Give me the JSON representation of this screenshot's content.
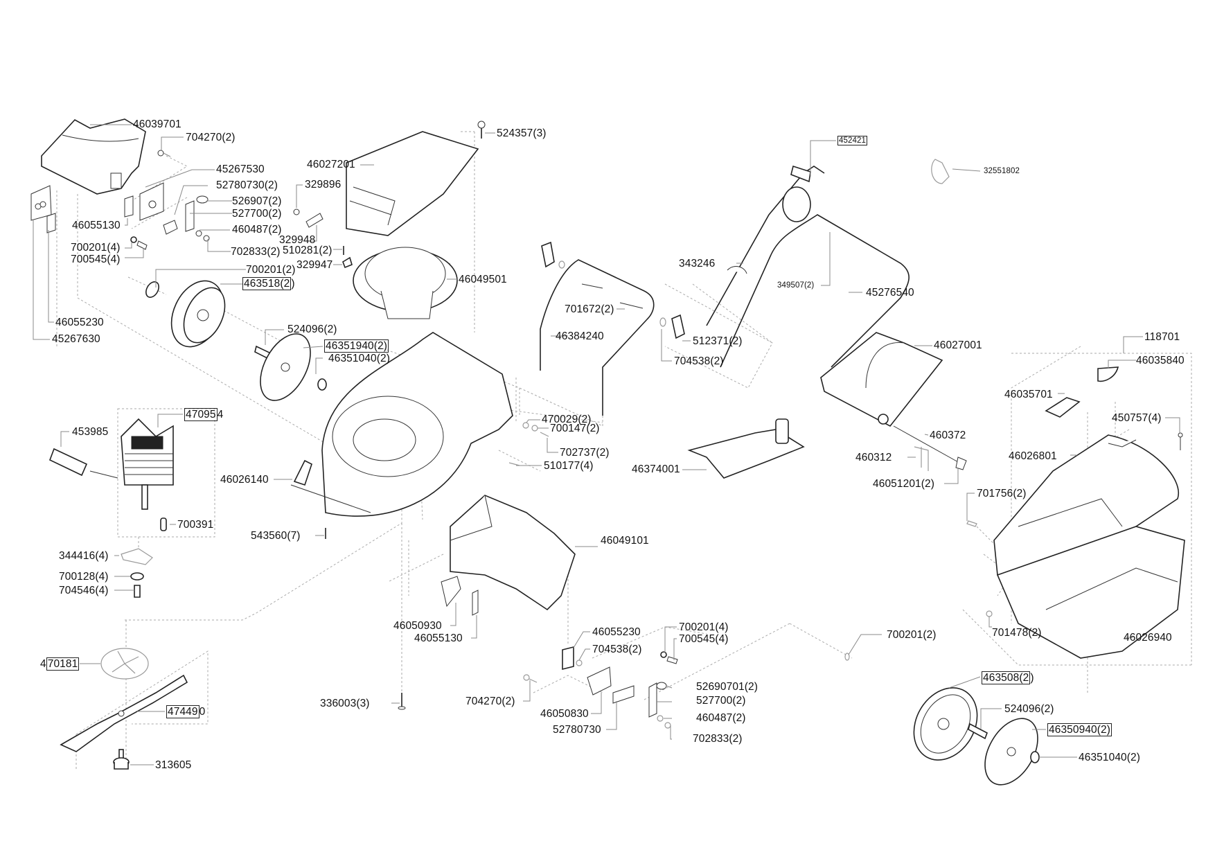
{
  "title": "Lawn mower exploded parts diagram",
  "callouts": [
    {
      "id": "c1",
      "text": "46039701",
      "boxed": false
    },
    {
      "id": "c2",
      "text": "704270(2)",
      "boxed": false
    },
    {
      "id": "c3",
      "text": "45267530",
      "boxed": false
    },
    {
      "id": "c4",
      "text": "52780730(2)",
      "boxed": false
    },
    {
      "id": "c5",
      "text": "526907(2)",
      "boxed": false
    },
    {
      "id": "c6",
      "text": "527700(2)",
      "boxed": false
    },
    {
      "id": "c7",
      "text": "460487(2)",
      "boxed": false
    },
    {
      "id": "c8",
      "text": "702833(2)",
      "boxed": false
    },
    {
      "id": "c9",
      "text": "46055130",
      "boxed": false
    },
    {
      "id": "c10",
      "text": "700201(4)",
      "boxed": false
    },
    {
      "id": "c11",
      "text": "700545(4)",
      "boxed": false
    },
    {
      "id": "c12",
      "text": "700201(2)",
      "boxed": false
    },
    {
      "id": "c13",
      "text": "463518(2)",
      "boxed": true,
      "box_part": "463518(2",
      "tail": ")"
    },
    {
      "id": "c14",
      "text": "46055230",
      "boxed": false
    },
    {
      "id": "c15",
      "text": "45267630",
      "boxed": false
    },
    {
      "id": "c16",
      "text": "524357(3)",
      "boxed": false
    },
    {
      "id": "c17",
      "text": "46027201",
      "boxed": false
    },
    {
      "id": "c18",
      "text": "329896",
      "boxed": false
    },
    {
      "id": "c19",
      "text": "329948",
      "boxed": false
    },
    {
      "id": "c20",
      "text": "510281(2)",
      "boxed": false
    },
    {
      "id": "c21",
      "text": "329947",
      "boxed": false
    },
    {
      "id": "c22",
      "text": "46049501",
      "boxed": false
    },
    {
      "id": "c23",
      "text": "524096(2)",
      "boxed": false
    },
    {
      "id": "c24",
      "text": "46351940(2)",
      "boxed": true,
      "box_part": "46351940(2)",
      "tail": ""
    },
    {
      "id": "c25",
      "text": "46351040(2)",
      "boxed": false
    },
    {
      "id": "c26",
      "text": "470954",
      "boxed": true,
      "box_part": "47095",
      "tail": "4"
    },
    {
      "id": "c27",
      "text": "453985",
      "boxed": false
    },
    {
      "id": "c28",
      "text": "700391",
      "boxed": false
    },
    {
      "id": "c29",
      "text": "46026140",
      "boxed": false
    },
    {
      "id": "c30",
      "text": "543560(7)",
      "boxed": false
    },
    {
      "id": "c31",
      "text": "344416(4)",
      "boxed": false
    },
    {
      "id": "c32",
      "text": "700128(4)",
      "boxed": false
    },
    {
      "id": "c33",
      "text": "704546(4)",
      "boxed": false
    },
    {
      "id": "c34",
      "text": "470181",
      "boxed": true,
      "head": "4",
      "box_part": "70181",
      "tail": ""
    },
    {
      "id": "c35",
      "text": "474490",
      "boxed": true,
      "box_part": "47449",
      "tail": "0"
    },
    {
      "id": "c36",
      "text": "313605",
      "boxed": false
    },
    {
      "id": "c37",
      "text": "336003(3)",
      "boxed": false
    },
    {
      "id": "c38",
      "text": "701672(2)",
      "boxed": false
    },
    {
      "id": "c39",
      "text": "46384240",
      "boxed": false
    },
    {
      "id": "c40",
      "text": "512371(2)",
      "boxed": false
    },
    {
      "id": "c41",
      "text": "704538(2)",
      "boxed": false
    },
    {
      "id": "c42",
      "text": "343246",
      "boxed": false
    },
    {
      "id": "c43",
      "text": "452421",
      "boxed": true,
      "box_part": "452421",
      "tail": ""
    },
    {
      "id": "c44",
      "text": "349507(2)",
      "boxed": false,
      "small": true
    },
    {
      "id": "c45",
      "text": "45276540",
      "boxed": false
    },
    {
      "id": "c46",
      "text": "32551802",
      "boxed": false,
      "small": true
    },
    {
      "id": "c47",
      "text": "470029(2)",
      "boxed": false
    },
    {
      "id": "c48",
      "text": "700147(2)",
      "boxed": false
    },
    {
      "id": "c49",
      "text": "702737(2)",
      "boxed": false
    },
    {
      "id": "c50",
      "text": "510177(4)",
      "boxed": false
    },
    {
      "id": "c51",
      "text": "46374001",
      "boxed": false
    },
    {
      "id": "c52",
      "text": "46027001",
      "boxed": false
    },
    {
      "id": "c53",
      "text": "460372",
      "boxed": false
    },
    {
      "id": "c54",
      "text": "460312",
      "boxed": false
    },
    {
      "id": "c55",
      "text": "46051201(2)",
      "boxed": false
    },
    {
      "id": "c56",
      "text": "118701",
      "boxed": false
    },
    {
      "id": "c57",
      "text": "46035840",
      "boxed": false
    },
    {
      "id": "c58",
      "text": "46035701",
      "boxed": false
    },
    {
      "id": "c59",
      "text": "450757(4)",
      "boxed": false
    },
    {
      "id": "c60",
      "text": "46026801",
      "boxed": false
    },
    {
      "id": "c61",
      "text": "701756(2)",
      "boxed": false
    },
    {
      "id": "c62",
      "text": "701478(2)",
      "boxed": false
    },
    {
      "id": "c63",
      "text": "46026940",
      "boxed": false
    },
    {
      "id": "c64",
      "text": "46049101",
      "boxed": false
    },
    {
      "id": "c65",
      "text": "46050930",
      "boxed": false
    },
    {
      "id": "c66",
      "text": "46055130",
      "boxed": false
    },
    {
      "id": "c67",
      "text": "46055230",
      "boxed": false
    },
    {
      "id": "c68",
      "text": "704538(2)",
      "boxed": false
    },
    {
      "id": "c69",
      "text": "700201(4)",
      "boxed": false
    },
    {
      "id": "c70",
      "text": "700545(4)",
      "boxed": false
    },
    {
      "id": "c71",
      "text": "704270(2)",
      "boxed": false
    },
    {
      "id": "c72",
      "text": "46050830",
      "boxed": false
    },
    {
      "id": "c73",
      "text": "52780730",
      "boxed": false
    },
    {
      "id": "c74",
      "text": "52690701(2)",
      "boxed": false
    },
    {
      "id": "c75",
      "text": "527700(2)",
      "boxed": false
    },
    {
      "id": "c76",
      "text": "460487(2)",
      "boxed": false
    },
    {
      "id": "c77",
      "text": "702833(2)",
      "boxed": false
    },
    {
      "id": "c78",
      "text": "700201(2)",
      "boxed": false
    },
    {
      "id": "c79",
      "text": "463508(2)",
      "boxed": true,
      "box_part": "463508(2",
      "tail": ")"
    },
    {
      "id": "c80",
      "text": "524096(2)",
      "boxed": false
    },
    {
      "id": "c81",
      "text": "46350940(2)",
      "boxed": true,
      "box_part": "46350940(2)",
      "tail": ""
    },
    {
      "id": "c82",
      "text": "46351040(2)",
      "boxed": false
    }
  ]
}
